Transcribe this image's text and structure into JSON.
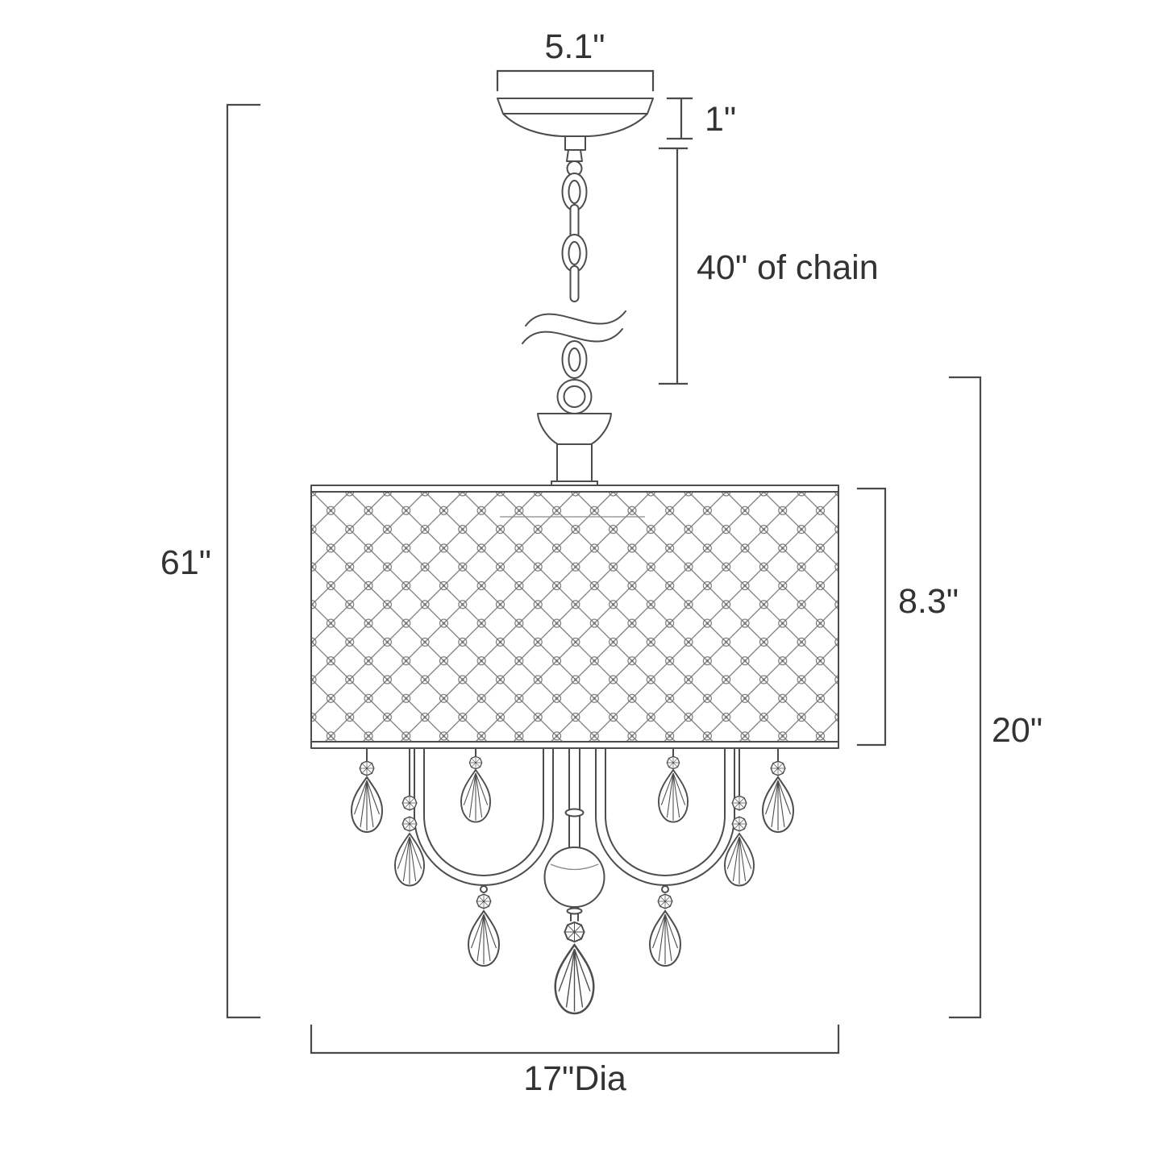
{
  "diagram": {
    "type": "technical-dimension-drawing",
    "subject": "crystal drum-shade chandelier with chain",
    "line_color": "#4d4d4d",
    "lattice_color": "#757575",
    "text_color": "#333333",
    "labels": {
      "canopy_width": "5.1\"",
      "canopy_height": "1\"",
      "chain_length": "40\" of chain",
      "overall_height": "61\"",
      "shade_height": "8.3\"",
      "body_height": "20\"",
      "diameter": "17\"Dia"
    }
  }
}
